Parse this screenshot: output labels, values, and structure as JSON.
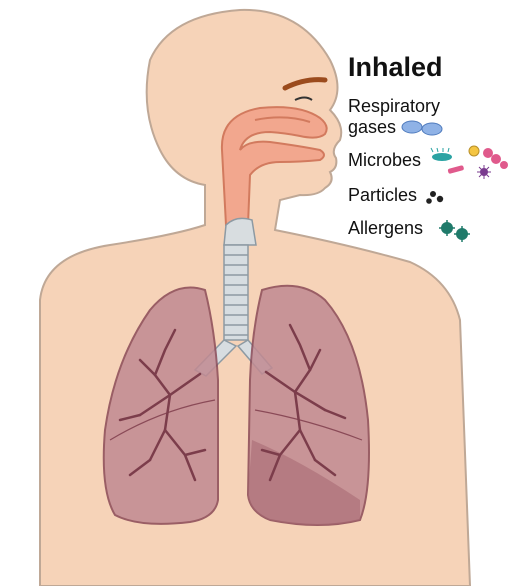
{
  "legend": {
    "title": "Inhaled",
    "items": {
      "respiratory_gases_line1": "Respiratory",
      "respiratory_gases_line2": "gases",
      "microbes": "Microbes",
      "particles": "Particles",
      "allergens": "Allergens"
    }
  },
  "colors": {
    "skin": "#f6d3b8",
    "skin_outline": "#bfa896",
    "airway": "#f2a78e",
    "lung_fill": "#c18a92",
    "lung_outline": "#8a4a57",
    "bronchi": "#7c3d4b",
    "trachea_rings": "#b8c2c8",
    "eyebrow": "#9b4b1d",
    "gas_blue": "#8fb2e6",
    "microbe_teal": "#2aa3a3",
    "microbe_pink": "#e05a8c",
    "microbe_yellow": "#f4c542",
    "microbe_purple": "#7a3b8f",
    "particle_black": "#222222",
    "allergen_green": "#1f7a6a"
  }
}
